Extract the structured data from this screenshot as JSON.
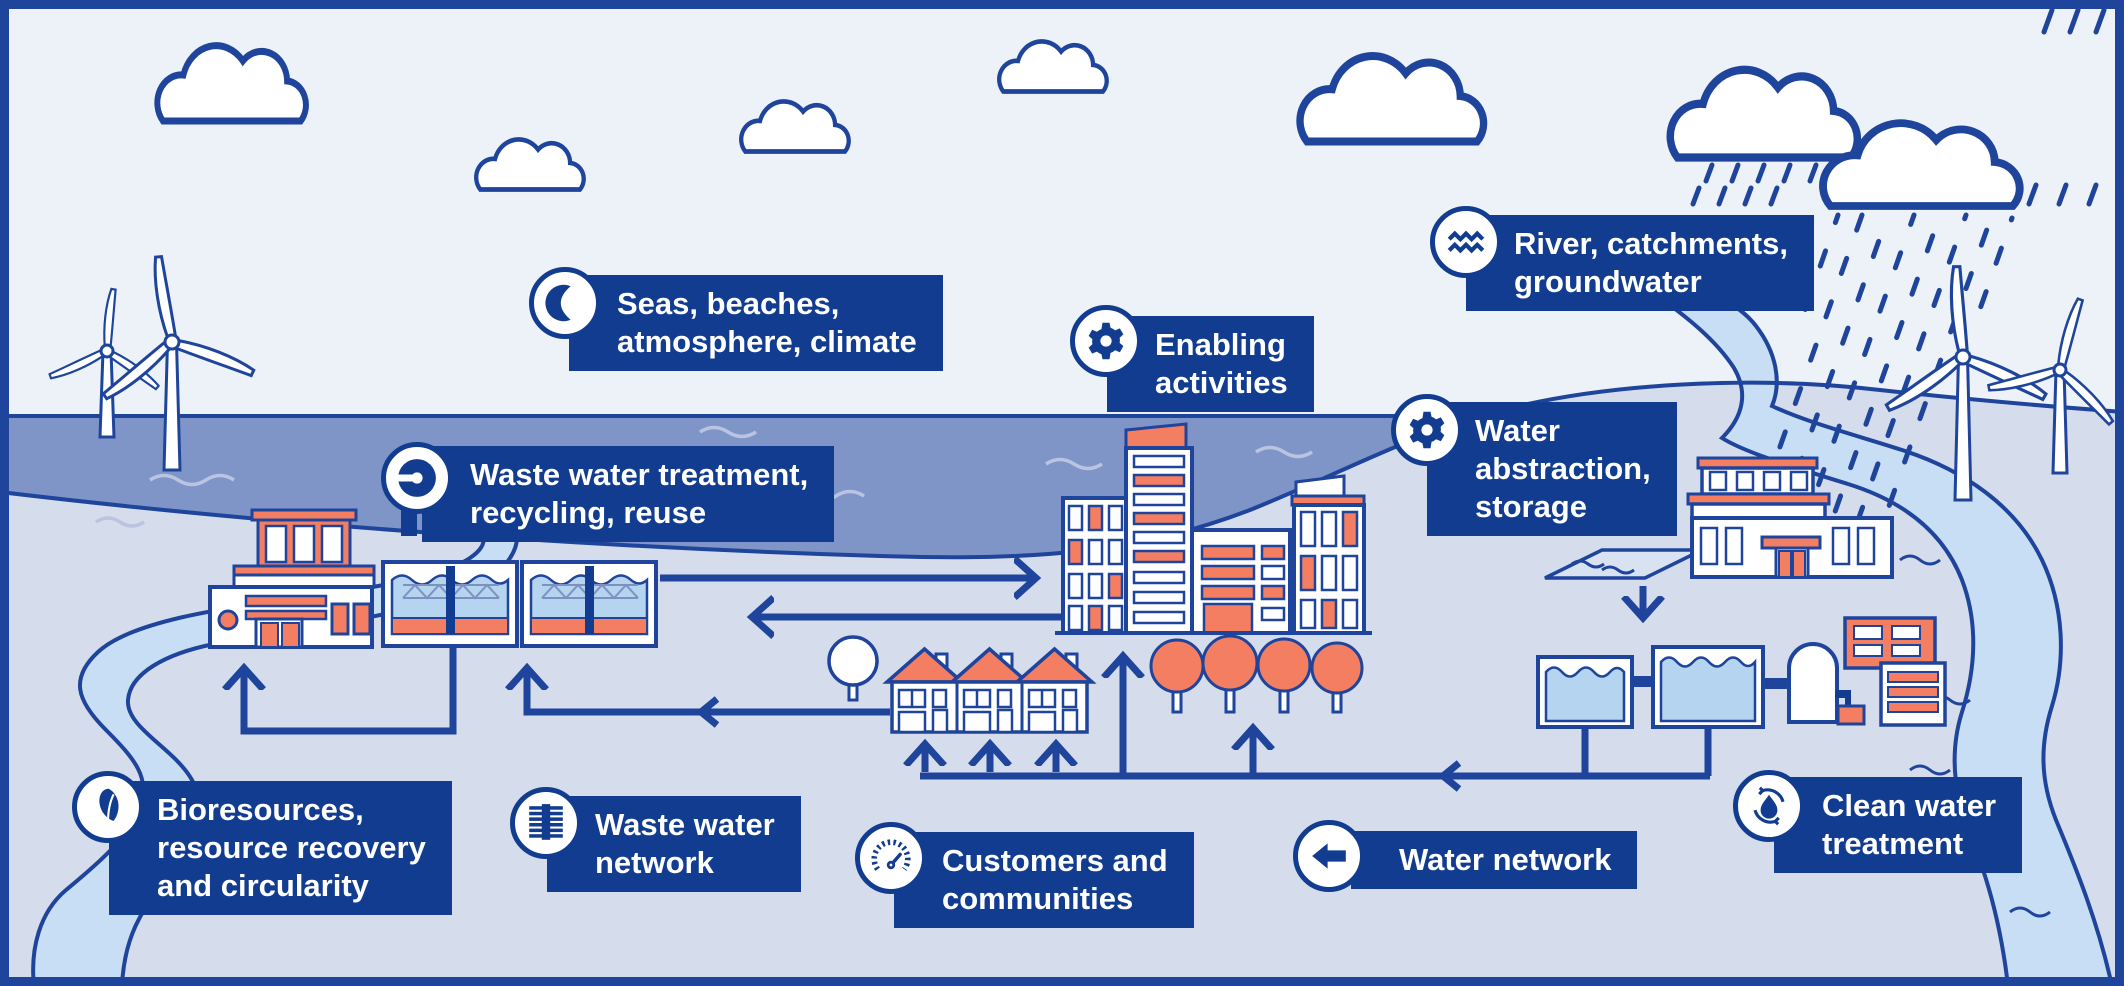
{
  "figure": {
    "type": "infographic",
    "description": "Water company value chain landscape: rain, rivers and catchments feed water abstraction, clean water treatment and the water network serving customers, with waste water network, treatment, bioresources and enabling activities"
  },
  "colors": {
    "navy": "#113C8F",
    "outline_navy": "#1E449C",
    "sky": "#EDF1F8",
    "sea": "#8095C7",
    "land": "#D5DCEB",
    "river": "#C8DEF4",
    "tank_water": "#B5D4EF",
    "orange": "#F47E62",
    "light_wave": "#B9C4E1",
    "label_background": "#113C8F",
    "label_text": "#FFFFFF"
  },
  "labels": [
    {
      "id": "seas-beaches",
      "icon": "wave-icon",
      "lines": [
        "Seas, beaches,",
        "atmosphere, climate"
      ]
    },
    {
      "id": "enabling-activities",
      "icon": "gear-icon",
      "lines": [
        "Enabling",
        "activities"
      ]
    },
    {
      "id": "river-catchments",
      "icon": "waves-icon",
      "lines": [
        "River, catchments,",
        "groundwater"
      ]
    },
    {
      "id": "water-abstraction",
      "icon": "gear-icon",
      "lines": [
        "Water",
        "abstraction,",
        "storage"
      ]
    },
    {
      "id": "waste-water-treatment",
      "icon": "pipe-icon",
      "lines": [
        "Waste water treatment,",
        "recycling, reuse"
      ]
    },
    {
      "id": "bioresources",
      "icon": "leaf-icon",
      "lines": [
        "Bioresources,",
        "resource recovery",
        "and circularity"
      ]
    },
    {
      "id": "waste-water-network",
      "icon": "drain-icon",
      "lines": [
        "Waste water",
        "network"
      ]
    },
    {
      "id": "customers-communities",
      "icon": "gauge-icon",
      "lines": [
        "Customers and",
        "communities"
      ]
    },
    {
      "id": "water-network",
      "icon": "arrow-left-icon",
      "lines": [
        "Water network"
      ]
    },
    {
      "id": "clean-water-treatment",
      "icon": "drop-recycle-icon",
      "lines": [
        "Clean water",
        "treatment"
      ]
    }
  ],
  "scene_elements": [
    "clouds",
    "rain",
    "offshore-wind-turbines",
    "onshore-wind-turbines",
    "sea",
    "left-river",
    "right-river",
    "reservoir",
    "city-buildings",
    "terraced-houses",
    "trees",
    "waste-water-tanks",
    "bioresources-factory",
    "water-abstraction-building",
    "clean-water-tanks",
    "pumping-station",
    "flow-arrows"
  ]
}
